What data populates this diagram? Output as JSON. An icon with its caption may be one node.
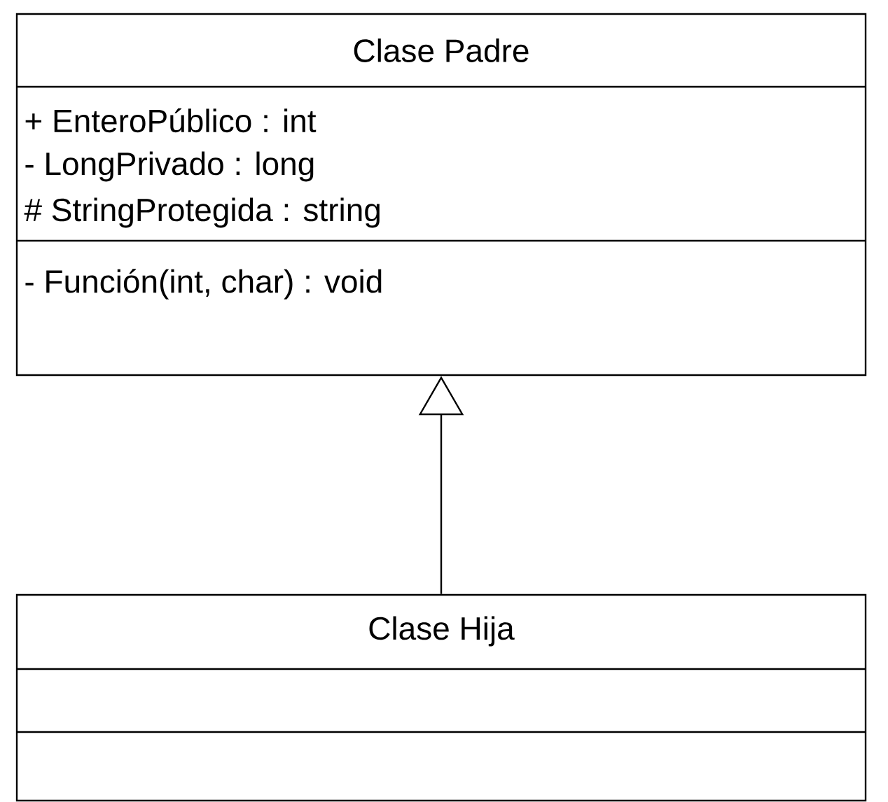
{
  "diagram": {
    "nodes": [
      {
        "text": [
          "Clase Padre",
          "+ EnteroPúblico : int",
          "- LongPrivado : long",
          "# StringProtegida : string",
          "- Función(int, char) : void"
        ]
      },
      {
        "text": [
          "Clase Hija"
        ]
      }
    ],
    "edges": [
      {
        "from": 1,
        "to": 0,
        "arrow": "to"
      }
    ]
  }
}
